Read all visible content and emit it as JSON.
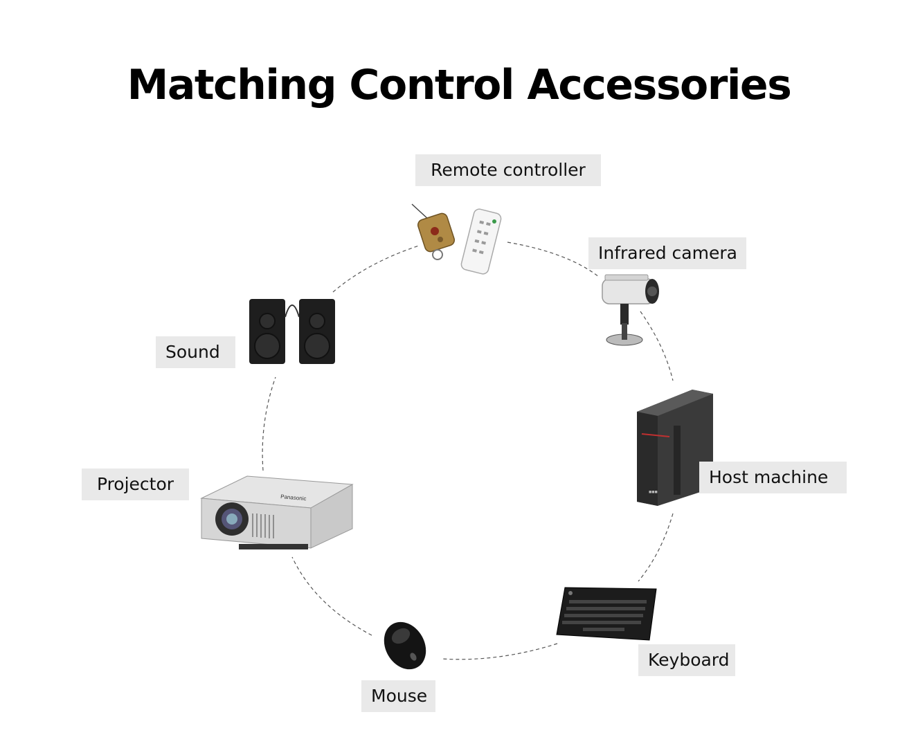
{
  "title": "Matching Control Accessories",
  "accessories": {
    "remote": "Remote controller",
    "camera": "Infrared camera",
    "host": "Host machine",
    "keyboard": "Keyboard",
    "mouse": "Mouse",
    "projector": "Projector",
    "sound": "Sound"
  },
  "projector_brand": "Panasonic",
  "host_badge": "■■■",
  "colors": {
    "background": "#ffffff",
    "label_bg": "#e9e9e9",
    "ring": "#555555"
  }
}
